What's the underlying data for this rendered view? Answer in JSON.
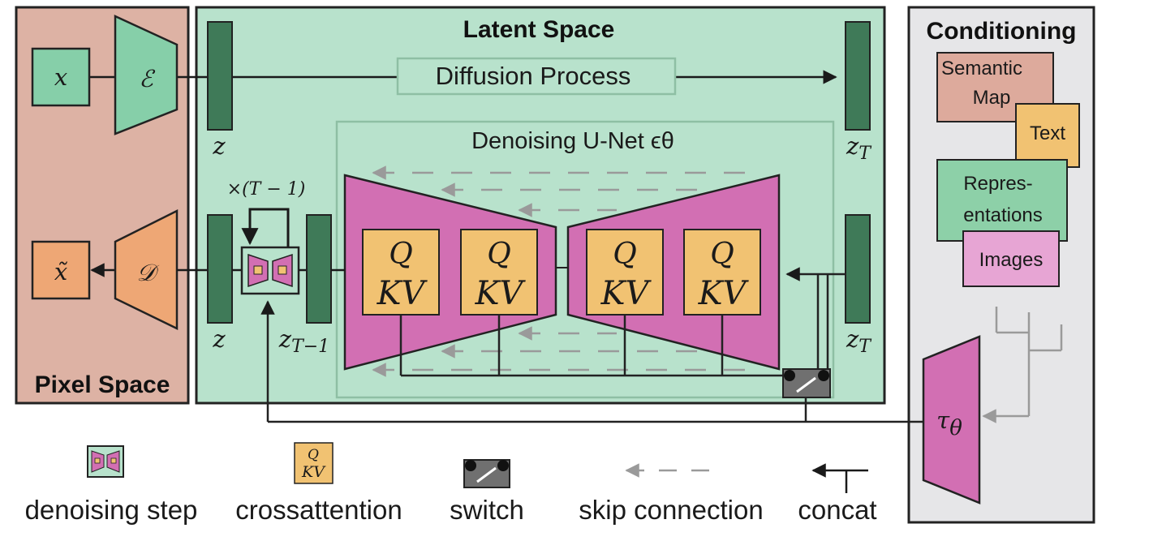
{
  "colors": {
    "pixel_space": "#DDB2A4",
    "latent_space": "#B8E2CC",
    "conditioning": "#E6E6E8",
    "latent_bar": "#3F7A58",
    "encoder": "#86CFA9",
    "decoder": "#EEA775",
    "unet": "#D26FB3",
    "attention": "#F1C272",
    "semantic_map": "#DDAA9C",
    "text": "#F1C272",
    "representations": "#8DD0A8",
    "images": "#E7A5D4",
    "switch": "#707070",
    "skip": "#9A9A9A"
  },
  "panels": {
    "pixel_title": "Pixel Space",
    "latent_title": "Latent Space",
    "conditioning_title": "Conditioning"
  },
  "nodes": {
    "x": "x",
    "encoder": "ℰ",
    "x_tilde": "x̃",
    "decoder": "𝒟",
    "z_top": "z",
    "z_bottom": "z",
    "zT_top": "zT",
    "zT_bottom": "zT",
    "zT_minus_1": "zT−1",
    "repeat": "×(T − 1)",
    "tau": "τθ"
  },
  "diffusion_process": "Diffusion Process",
  "unet_label": "Denoising U-Net ϵθ",
  "attention_blocks": [
    {
      "q": "Q",
      "kv": "KV"
    },
    {
      "q": "Q",
      "kv": "KV"
    },
    {
      "q": "Q",
      "kv": "KV"
    },
    {
      "q": "Q",
      "kv": "KV"
    }
  ],
  "conditioning_items": {
    "semantic_map": [
      "Semantic",
      "Map"
    ],
    "text": "Text",
    "representations": [
      "Repres-",
      "entations"
    ],
    "images": "Images"
  },
  "legend": {
    "denoising_step": "denoising step",
    "crossattention": "crossattention",
    "switch": "switch",
    "skip_connection": "skip connection",
    "concat": "concat",
    "mini_q": "Q",
    "mini_kv": "KV"
  }
}
